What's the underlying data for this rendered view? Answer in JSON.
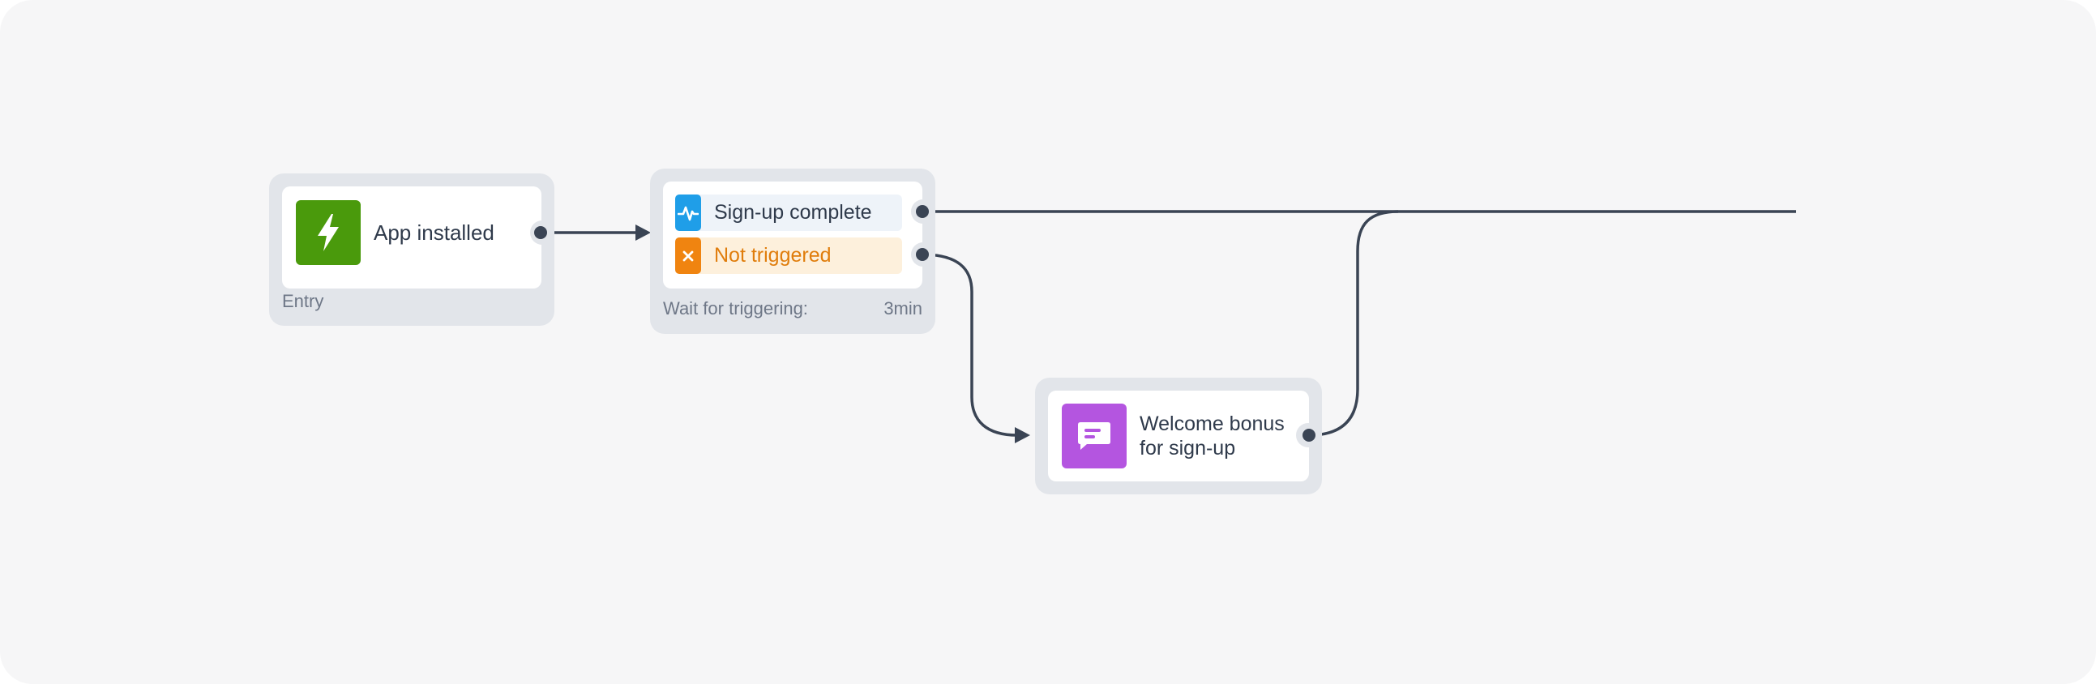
{
  "colors": {
    "canvas": "#f6f6f7",
    "node_frame": "#e2e5ea",
    "connector": "#3a4454",
    "entry_accent": "#4a9a0c",
    "event_accent": "#1f9ee8",
    "event_row_bg": "#eef3f9",
    "timeout_accent": "#f08410",
    "timeout_row_bg": "#fdf0dc",
    "message_accent": "#b455e0"
  },
  "nodes": {
    "entry": {
      "title": "App installed",
      "footer": "Entry",
      "icon": "lightning-icon"
    },
    "wait": {
      "branches": [
        {
          "label": "Sign-up complete",
          "icon": "activity-pulse-icon"
        },
        {
          "label": "Not triggered",
          "icon": "close-x-icon"
        }
      ],
      "footer_label": "Wait for triggering:",
      "footer_value": "3min"
    },
    "message": {
      "title_line1": "Welcome bonus",
      "title_line2": "for sign-up",
      "icon": "message-bubble-icon"
    }
  }
}
